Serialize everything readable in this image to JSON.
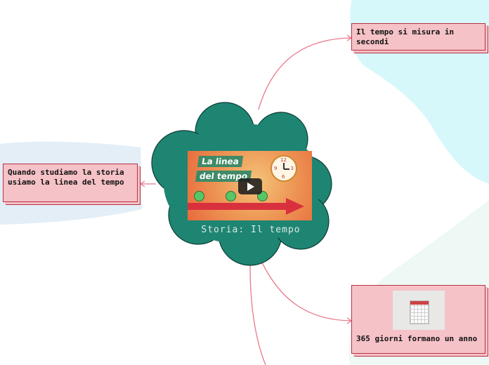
{
  "central_topic": {
    "label": "Storia: Il tempo",
    "fill_color": "#1e8573",
    "video": {
      "title_line1": "La linea",
      "title_line2": "del tempo",
      "clock_numbers": [
        "12",
        "3",
        "6",
        "9"
      ],
      "play_icon": "play-button-icon"
    }
  },
  "branches": [
    {
      "id": "top",
      "text": "Il tempo si misura in secondi"
    },
    {
      "id": "left",
      "text": "Quando studiamo la storia usiamo la linea del tempo"
    },
    {
      "id": "bottom",
      "text": "365 giorni formano un anno",
      "image": "calendar-photo"
    }
  ],
  "colors": {
    "connector": "#e8788a",
    "note_fill": "#f5c2c7",
    "note_border": "#b83244",
    "zone_cyan": "#d7f8fb",
    "zone_left": "#e3eef6",
    "zone_green": "#eef8f4"
  }
}
